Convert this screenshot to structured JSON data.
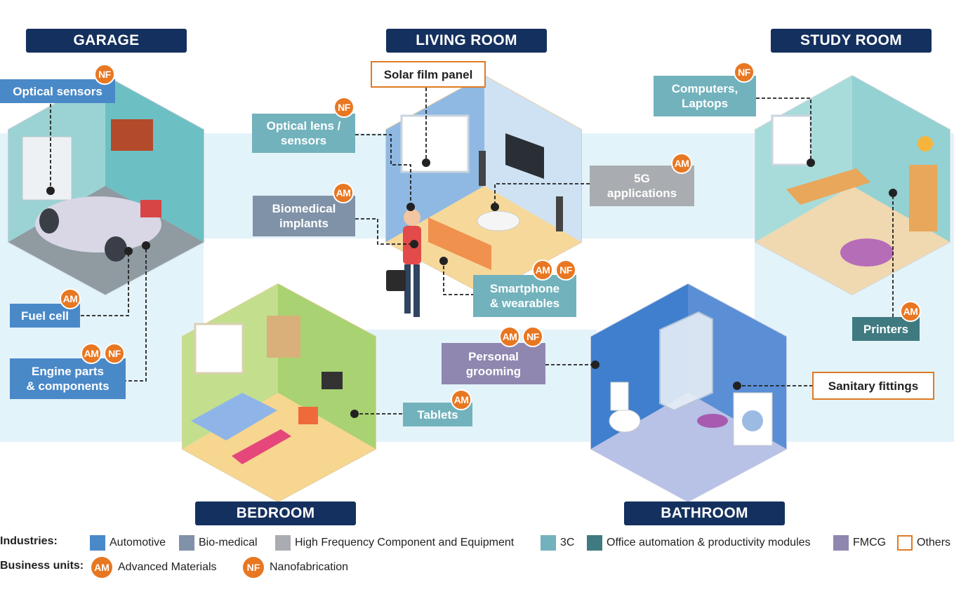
{
  "rooms": {
    "garage": "GARAGE",
    "living_room": "LIVING ROOM",
    "study_room": "STUDY ROOM",
    "bedroom": "BEDROOM",
    "bathroom": "BATHROOM"
  },
  "labels": {
    "optical_sensors": "Optical sensors",
    "fuel_cell": "Fuel cell",
    "engine_parts": "Engine parts\n& components",
    "solar_film": "Solar film panel",
    "optical_lens": "Optical lens /\nsensors",
    "biomedical": "Biomedical\nimplants",
    "fiveg": "5G\napplications",
    "smartphone": "Smartphone\n& wearables",
    "computers": "Computers,\nLaptops",
    "printers": "Printers",
    "grooming": "Personal\ngrooming",
    "tablets": "Tablets",
    "sanitary": "Sanitary fittings"
  },
  "badges": {
    "am": "AM",
    "nf": "NF"
  },
  "legend": {
    "industries_title": "Industries:",
    "business_title": "Business units:",
    "industries": [
      {
        "name": "Automotive",
        "color": "#4a89c8"
      },
      {
        "name": "Bio-medical",
        "color": "#7f92a8"
      },
      {
        "name": "High Frequency Component and Equipment",
        "color": "#a9acb0"
      },
      {
        "name": "3C",
        "color": "#72b2bc"
      },
      {
        "name": "Office automation & productivity modules",
        "color": "#3f7a80"
      },
      {
        "name": "FMCG",
        "color": "#8f87b0"
      },
      {
        "name": "Others",
        "color": "#e07a24"
      }
    ],
    "units": [
      {
        "code": "AM",
        "name": "Advanced Materials"
      },
      {
        "code": "NF",
        "name": "Nanofabrication"
      }
    ]
  }
}
